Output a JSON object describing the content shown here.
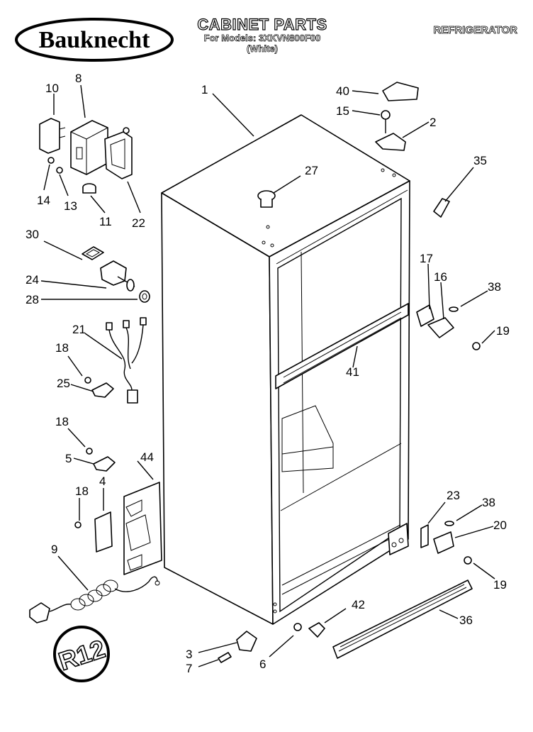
{
  "header": {
    "brand": "Bauknecht",
    "title": "CABINET PARTS",
    "models_line": "For Models: 3XKVN800F00",
    "color_line": "(White)",
    "product": "REFRIGERATOR"
  },
  "stamp": {
    "text": "R12"
  },
  "callouts": [
    {
      "id": "c1",
      "label": "1"
    },
    {
      "id": "c2",
      "label": "2"
    },
    {
      "id": "c3",
      "label": "3"
    },
    {
      "id": "c4",
      "label": "4"
    },
    {
      "id": "c5",
      "label": "5"
    },
    {
      "id": "c6",
      "label": "6"
    },
    {
      "id": "c7",
      "label": "7"
    },
    {
      "id": "c8",
      "label": "8"
    },
    {
      "id": "c9",
      "label": "9"
    },
    {
      "id": "c10",
      "label": "10"
    },
    {
      "id": "c11",
      "label": "11"
    },
    {
      "id": "c13",
      "label": "13"
    },
    {
      "id": "c14",
      "label": "14"
    },
    {
      "id": "c15",
      "label": "15"
    },
    {
      "id": "c16",
      "label": "16"
    },
    {
      "id": "c17",
      "label": "17"
    },
    {
      "id": "c18a",
      "label": "18"
    },
    {
      "id": "c18b",
      "label": "18"
    },
    {
      "id": "c18c",
      "label": "18"
    },
    {
      "id": "c19a",
      "label": "19"
    },
    {
      "id": "c19b",
      "label": "19"
    },
    {
      "id": "c20",
      "label": "20"
    },
    {
      "id": "c21",
      "label": "21"
    },
    {
      "id": "c22",
      "label": "22"
    },
    {
      "id": "c23",
      "label": "23"
    },
    {
      "id": "c24",
      "label": "24"
    },
    {
      "id": "c25",
      "label": "25"
    },
    {
      "id": "c27",
      "label": "27"
    },
    {
      "id": "c28",
      "label": "28"
    },
    {
      "id": "c30",
      "label": "30"
    },
    {
      "id": "c35",
      "label": "35"
    },
    {
      "id": "c36",
      "label": "36"
    },
    {
      "id": "c38a",
      "label": "38"
    },
    {
      "id": "c38b",
      "label": "38"
    },
    {
      "id": "c40",
      "label": "40"
    },
    {
      "id": "c41",
      "label": "41"
    },
    {
      "id": "c42",
      "label": "42"
    },
    {
      "id": "c44",
      "label": "44"
    }
  ]
}
